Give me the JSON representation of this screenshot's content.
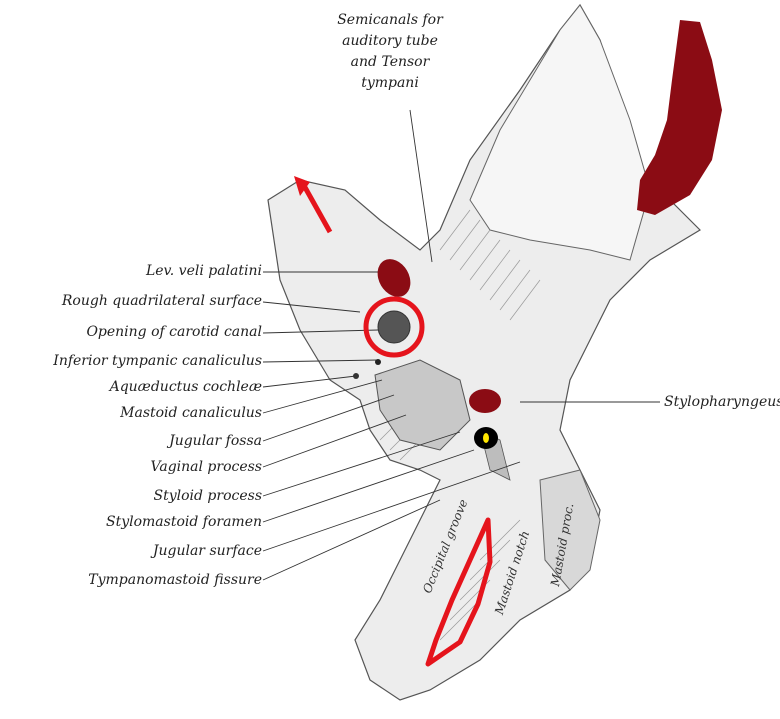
{
  "labels": {
    "semicanals": "Semicanals for auditory tube and Tensor tympani",
    "lev_veli": "Lev. veli palatini",
    "rough_quad": "Rough quadrilateral surface",
    "opening_carotid": "Opening of carotid canal",
    "inf_tympanic": "Inferior tympanic canaliculus",
    "aquaeductus": "Aquæductus cochleæ",
    "mastoid_canaliculus": "Mastoid canaliculus",
    "jugular_fossa": "Jugular fossa",
    "vaginal_process": "Vaginal process",
    "styloid_process": "Styloid process",
    "stylomastoid_foramen": "Stylomastoid foramen",
    "jugular_surface": "Jugular surface",
    "tympanomastoid": "Tympanomastoid fissure",
    "stylopharyngeus": "Stylopharyngeus",
    "occipital_groove": "Occipital groove",
    "mastoid_notch": "Mastoid notch",
    "mastoid_proc": "Mastoid proc."
  },
  "colors": {
    "muscle_fill": "#8b0c14",
    "annotation_red": "#e5141c",
    "foramen_black": "#000000",
    "foramen_yellow": "#ffe600",
    "ink": "#222222"
  }
}
